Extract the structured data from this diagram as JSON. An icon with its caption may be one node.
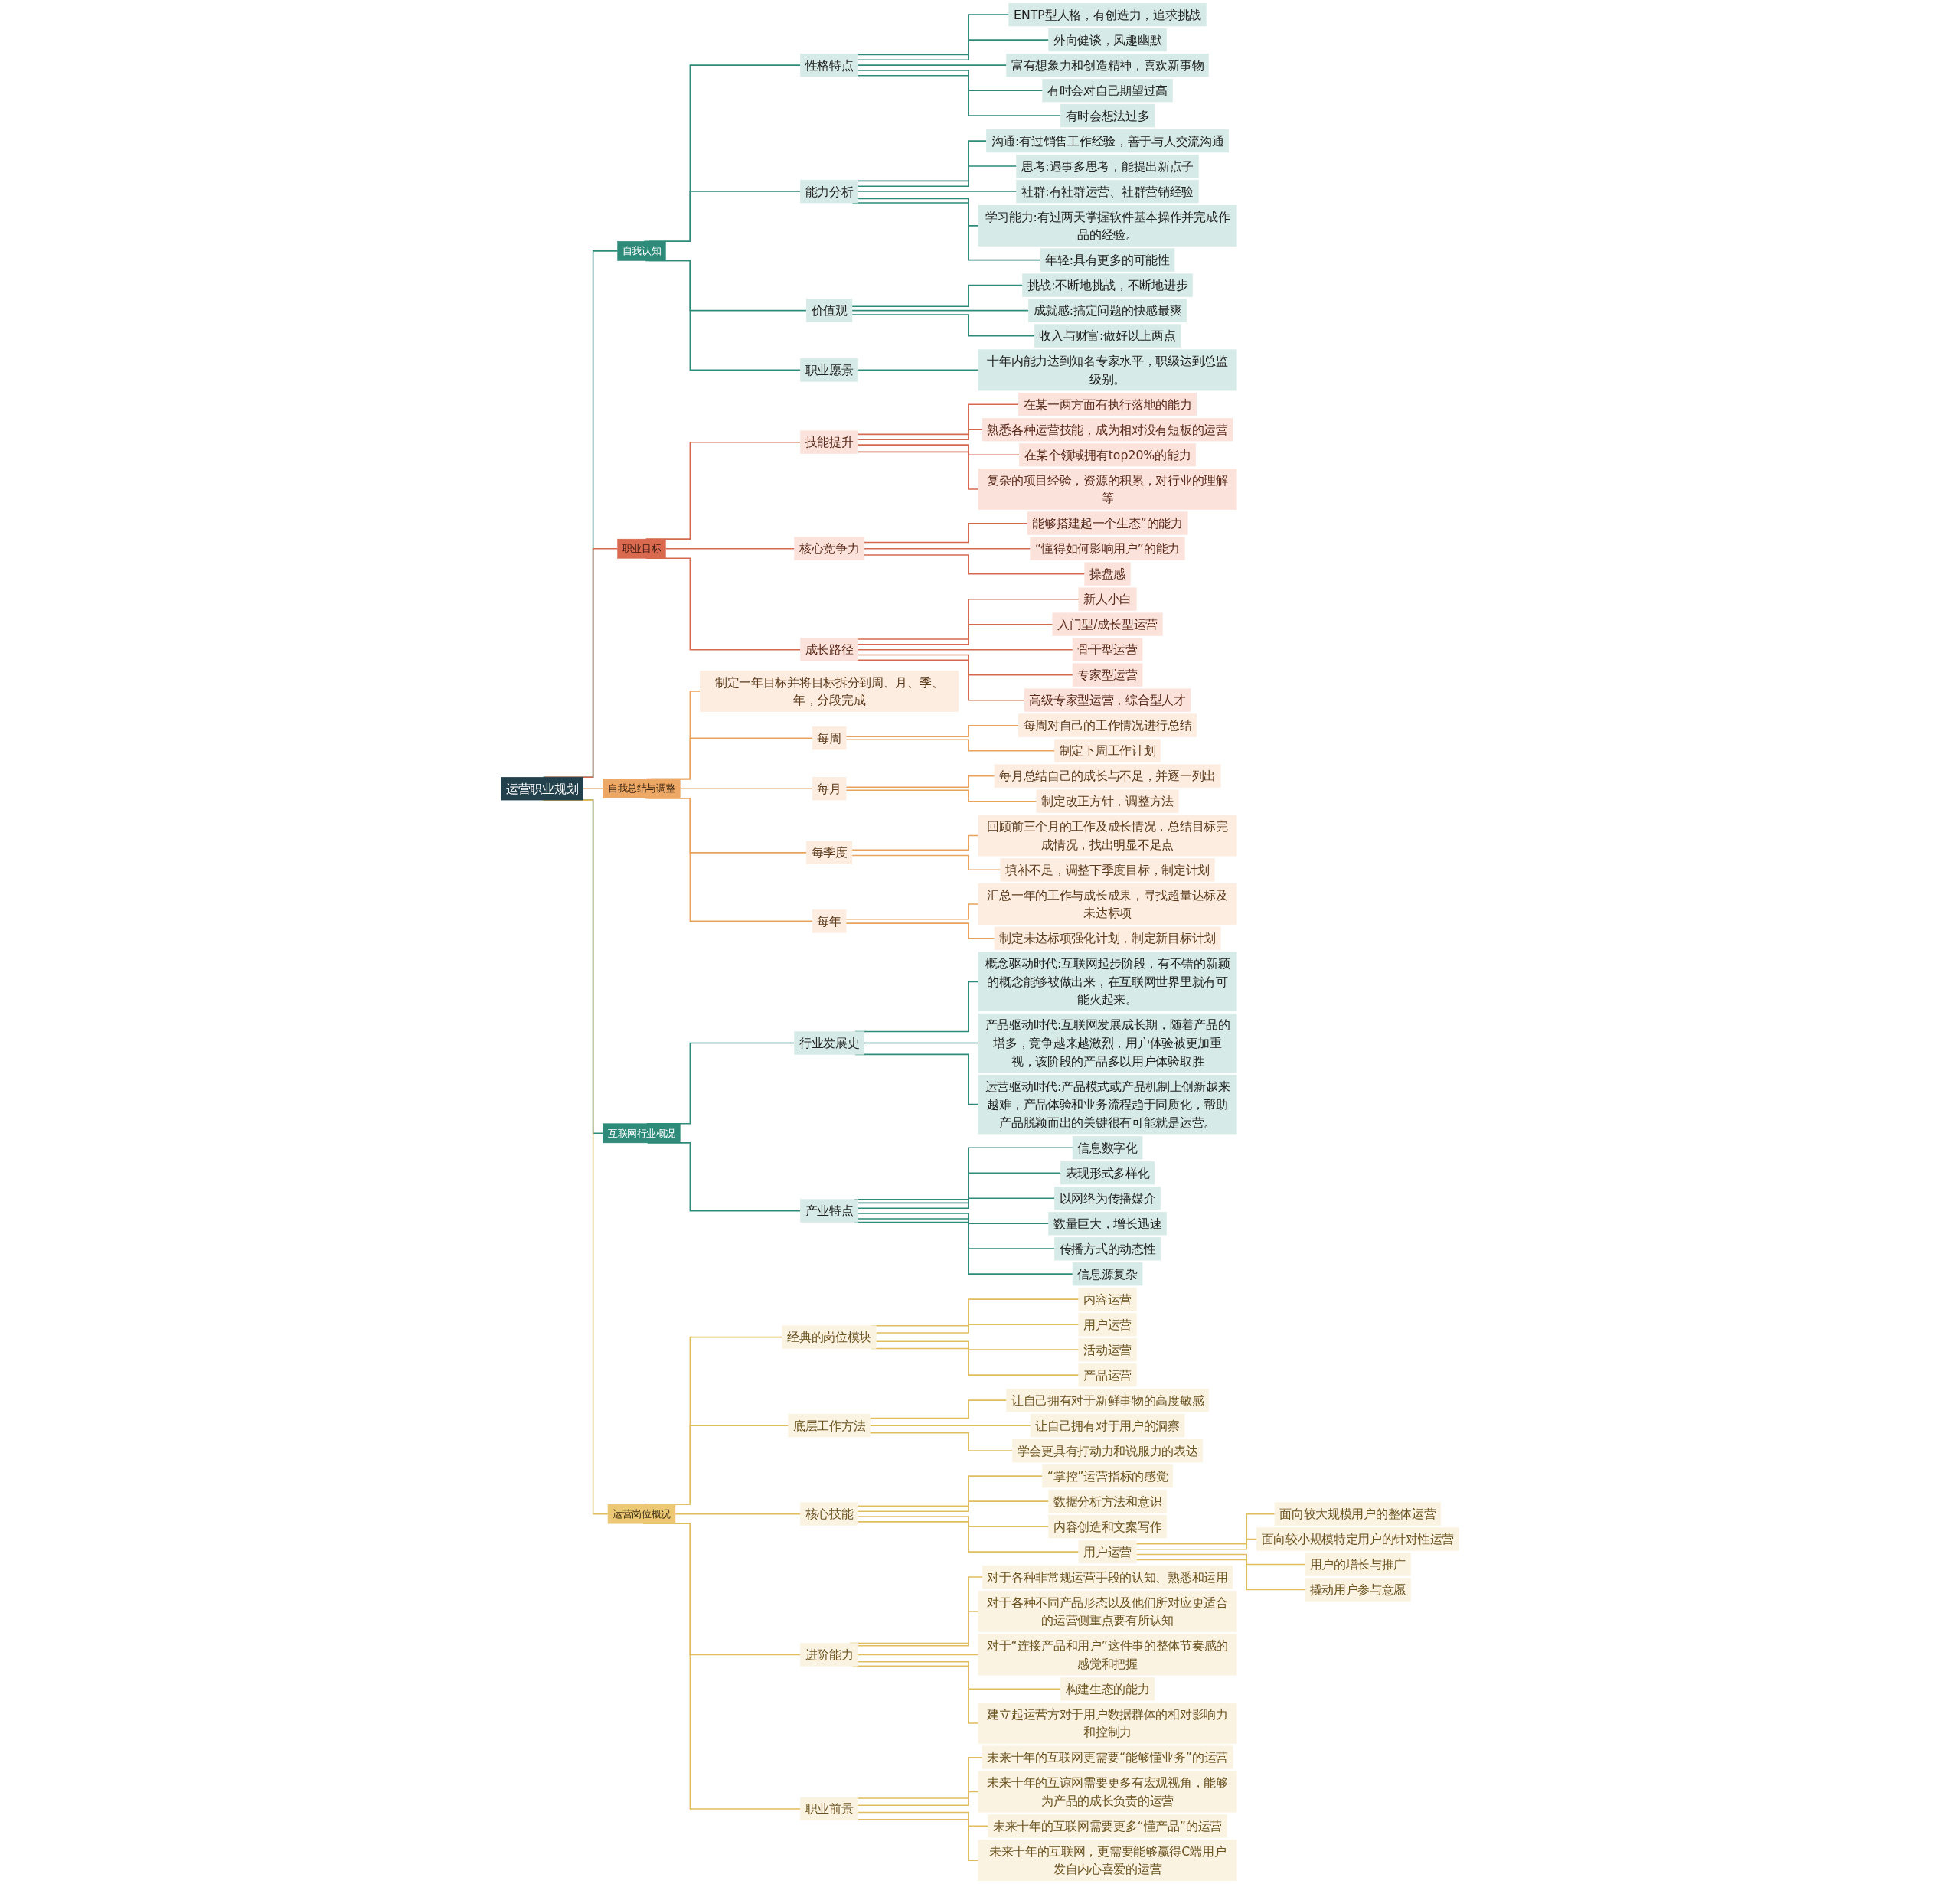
{
  "diagram": {
    "nodes": [
      {
        "text": [
          "运营职业规划"
        ]
      },
      {
        "text": [
          "自我认知"
        ]
      },
      {
        "text": [
          "性格特点"
        ]
      },
      {
        "text": [
          "ENTP型人格，有创造力，追求挑战"
        ]
      },
      {
        "text": [
          "外向健谈，风趣幽默"
        ]
      },
      {
        "text": [
          "富有想象力和创造精神，喜欢新事物"
        ]
      },
      {
        "text": [
          "有时会对自己期望过高"
        ]
      },
      {
        "text": [
          "有时会想法过多"
        ]
      },
      {
        "text": [
          "能力分析"
        ]
      },
      {
        "text": [
          "沟通:有过销售工作经验，善于与人交流沟通"
        ]
      },
      {
        "text": [
          "思考:遇事多思考，能提出新点子"
        ]
      },
      {
        "text": [
          "社群:有社群运营、社群营销经验"
        ]
      },
      {
        "text": [
          "学习能力:有过两天掌握软件基本操作并完成作品的经验。"
        ]
      },
      {
        "text": [
          "年轻:具有更多的可能性"
        ]
      },
      {
        "text": [
          "价值观"
        ]
      },
      {
        "text": [
          "挑战:不断地挑战，不断地进步"
        ]
      },
      {
        "text": [
          "成就感:搞定问题的快感最爽"
        ]
      },
      {
        "text": [
          "收入与财富:做好以上两点"
        ]
      },
      {
        "text": [
          "职业愿景"
        ]
      },
      {
        "text": [
          "十年内能力达到知名专家水平，职级达到总监级别。"
        ]
      },
      {
        "text": [
          "职业目标"
        ]
      },
      {
        "text": [
          "技能提升"
        ]
      },
      {
        "text": [
          "在某一两方面有执行落地的能力"
        ]
      },
      {
        "text": [
          "熟悉各种运营技能，成为相对没有短板的运营"
        ]
      },
      {
        "text": [
          "在某个领域拥有top20%的能力"
        ]
      },
      {
        "text": [
          "复杂的项目经验，资源的积累，对行业的理解等"
        ]
      },
      {
        "text": [
          "核心竞争力"
        ]
      },
      {
        "text": [
          "能够搭建起一个生态”的能力"
        ]
      },
      {
        "text": [
          "“懂得如何影响用户”的能力"
        ]
      },
      {
        "text": [
          "操盘感"
        ]
      },
      {
        "text": [
          "成长路径"
        ]
      },
      {
        "text": [
          "新人小白"
        ]
      },
      {
        "text": [
          "入门型/成长型运营"
        ]
      },
      {
        "text": [
          "骨干型运营"
        ]
      },
      {
        "text": [
          "专家型运营"
        ]
      },
      {
        "text": [
          "高级专家型运营，综合型人才"
        ]
      },
      {
        "text": [
          "自我总结与调整"
        ]
      },
      {
        "text": [
          "制定一年目标并将目标拆分到周、月、季、年，分段完成"
        ]
      },
      {
        "text": [
          "每周"
        ]
      },
      {
        "text": [
          "每周对自己的工作情况进行总结"
        ]
      },
      {
        "text": [
          "制定下周工作计划"
        ]
      },
      {
        "text": [
          "每月"
        ]
      },
      {
        "text": [
          "每月总结自己的成长与不足，并逐一列出"
        ]
      },
      {
        "text": [
          "制定改正方针，调整方法"
        ]
      },
      {
        "text": [
          "每季度"
        ]
      },
      {
        "text": [
          "回顾前三个月的工作及成长情况，总结目标完成情况，找出明显不足点"
        ]
      },
      {
        "text": [
          "填补不足，调整下季度目标，制定计划"
        ]
      },
      {
        "text": [
          "每年"
        ]
      },
      {
        "text": [
          "汇总一年的工作与成长成果，寻找超量达标及未达标项"
        ]
      },
      {
        "text": [
          "制定未达标项强化计划，制定新目标计划"
        ]
      },
      {
        "text": [
          "互联网行业概况"
        ]
      },
      {
        "text": [
          "行业发展史"
        ]
      },
      {
        "text": [
          "概念驱动时代:互联网起步阶段，有不错的新颖的概念能够被做出来，在互联网世界里就有可能火起来。"
        ]
      },
      {
        "text": [
          "产品驱动时代:互联网发展成长期，随着产品的增多，竞争越来越激烈，用户体验被更加重视，该阶段的产品多以用户体验取胜"
        ]
      },
      {
        "text": [
          "运营驱动时代:产品模式或产品机制上创新越来越难，产品体验和业务流程趋于同质化，帮助产品脱颖而出的关键很有可能就是运营。"
        ]
      },
      {
        "text": [
          "产业特点"
        ]
      },
      {
        "text": [
          "信息数字化"
        ]
      },
      {
        "text": [
          "表现形式多样化"
        ]
      },
      {
        "text": [
          "以网络为传播媒介"
        ]
      },
      {
        "text": [
          "数量巨大，增长迅速"
        ]
      },
      {
        "text": [
          "传播方式的动态性"
        ]
      },
      {
        "text": [
          "信息源复杂"
        ]
      },
      {
        "text": [
          "运营岗位概况"
        ]
      },
      {
        "text": [
          "经典的岗位模块"
        ]
      },
      {
        "text": [
          "内容运营"
        ]
      },
      {
        "text": [
          "用户运营"
        ]
      },
      {
        "text": [
          "活动运营"
        ]
      },
      {
        "text": [
          "产品运营"
        ]
      },
      {
        "text": [
          "底层工作方法"
        ]
      },
      {
        "text": [
          "让自己拥有对于新鲜事物的高度敏感"
        ]
      },
      {
        "text": [
          "让自己拥有对于用户的洞察"
        ]
      },
      {
        "text": [
          "学会更具有打动力和说服力的表达"
        ]
      },
      {
        "text": [
          "核心技能"
        ]
      },
      {
        "text": [
          "“掌控”运营指标的感觉"
        ]
      },
      {
        "text": [
          "数据分析方法和意识"
        ]
      },
      {
        "text": [
          "内容创造和文案写作"
        ]
      },
      {
        "text": [
          "用户运营"
        ]
      },
      {
        "text": [
          "面向较大规模用户的整体运营"
        ]
      },
      {
        "text": [
          "面向较小规模特定用户的针对性运营"
        ]
      },
      {
        "text": [
          "用户的增长与推广"
        ]
      },
      {
        "text": [
          "撬动用户参与意愿"
        ]
      },
      {
        "text": [
          "进阶能力"
        ]
      },
      {
        "text": [
          "对于各种非常规运营手段的认知、熟悉和运用"
        ]
      },
      {
        "text": [
          "对于各种不同产品形态以及他们所对应更适合的运营侧重点要有所认知"
        ]
      },
      {
        "text": [
          "对于“连接产品和用户”这件事的整体节奏感的感觉和把握"
        ]
      },
      {
        "text": [
          "构建生态的能力"
        ]
      },
      {
        "text": [
          "建立起运营方对于用户数据群体的相对影响力和控制力"
        ]
      },
      {
        "text": [
          "职业前景"
        ]
      },
      {
        "text": [
          "未来十年的互联网更需要“能够懂业务”的运营"
        ]
      },
      {
        "text": [
          "未来十年的互谅网需要更多有宏观视角，能够为产品的成长负责的运营"
        ]
      },
      {
        "text": [
          "未来十年的互联网需要更多“懂产品”的运营"
        ]
      },
      {
        "text": [
          "未来十年的互联网，更需要能够赢得C端用户发自内心喜爱的运营"
        ]
      }
    ],
    "edges": [
      {
        "from": 0,
        "to": 1,
        "arrow": "none"
      },
      {
        "from": 1,
        "to": 2,
        "arrow": "none"
      },
      {
        "from": 2,
        "to": 3,
        "arrow": "none"
      },
      {
        "from": 2,
        "to": 4,
        "arrow": "none"
      },
      {
        "from": 2,
        "to": 5,
        "arrow": "none"
      },
      {
        "from": 2,
        "to": 6,
        "arrow": "none"
      },
      {
        "from": 2,
        "to": 7,
        "arrow": "none"
      },
      {
        "from": 1,
        "to": 8,
        "arrow": "none"
      },
      {
        "from": 8,
        "to": 9,
        "arrow": "none"
      },
      {
        "from": 8,
        "to": 10,
        "arrow": "none"
      },
      {
        "from": 8,
        "to": 11,
        "arrow": "none"
      },
      {
        "from": 8,
        "to": 12,
        "arrow": "none"
      },
      {
        "from": 8,
        "to": 13,
        "arrow": "none"
      },
      {
        "from": 1,
        "to": 14,
        "arrow": "none"
      },
      {
        "from": 14,
        "to": 15,
        "arrow": "none"
      },
      {
        "from": 14,
        "to": 16,
        "arrow": "none"
      },
      {
        "from": 14,
        "to": 17,
        "arrow": "none"
      },
      {
        "from": 1,
        "to": 18,
        "arrow": "none"
      },
      {
        "from": 18,
        "to": 19,
        "arrow": "none"
      },
      {
        "from": 0,
        "to": 20,
        "arrow": "none",
        "color": "#d4694f"
      },
      {
        "from": 20,
        "to": 21,
        "arrow": "none",
        "color": "#d4694f"
      },
      {
        "from": 21,
        "to": 22,
        "arrow": "none",
        "color": "#d4694f"
      },
      {
        "from": 21,
        "to": 23,
        "arrow": "none",
        "color": "#d4694f"
      },
      {
        "from": 21,
        "to": 24,
        "arrow": "none",
        "color": "#d4694f"
      },
      {
        "from": 21,
        "to": 25,
        "arrow": "none",
        "color": "#d4694f"
      },
      {
        "from": 20,
        "to": 26,
        "arrow": "none",
        "color": "#d4694f"
      },
      {
        "from": 26,
        "to": 27,
        "arrow": "none",
        "color": "#d4694f"
      },
      {
        "from": 26,
        "to": 28,
        "arrow": "none",
        "color": "#d4694f"
      },
      {
        "from": 26,
        "to": 29,
        "arrow": "none",
        "color": "#d4694f"
      },
      {
        "from": 20,
        "to": 30,
        "arrow": "none",
        "color": "#d4694f"
      },
      {
        "from": 30,
        "to": 31,
        "arrow": "none",
        "color": "#d4694f"
      },
      {
        "from": 30,
        "to": 32,
        "arrow": "none",
        "color": "#d4694f"
      },
      {
        "from": 30,
        "to": 33,
        "arrow": "none",
        "color": "#d4694f"
      },
      {
        "from": 30,
        "to": 34,
        "arrow": "none",
        "color": "#d4694f"
      },
      {
        "from": 30,
        "to": 35,
        "arrow": "none",
        "color": "#d4694f"
      },
      {
        "from": 0,
        "to": 36,
        "arrow": "none",
        "color": "#e8a35e"
      },
      {
        "from": 36,
        "to": 37,
        "arrow": "none",
        "color": "#e8a35e"
      },
      {
        "from": 36,
        "to": 38,
        "arrow": "none",
        "color": "#e8a35e"
      },
      {
        "from": 38,
        "to": 39,
        "arrow": "none",
        "color": "#e8a35e"
      },
      {
        "from": 38,
        "to": 40,
        "arrow": "none",
        "color": "#e8a35e"
      },
      {
        "from": 36,
        "to": 41,
        "arrow": "none",
        "color": "#e8a35e"
      },
      {
        "from": 41,
        "to": 42,
        "arrow": "none",
        "color": "#e8a35e"
      },
      {
        "from": 41,
        "to": 43,
        "arrow": "none",
        "color": "#e8a35e"
      },
      {
        "from": 36,
        "to": 44,
        "arrow": "none",
        "color": "#e8a35e"
      },
      {
        "from": 44,
        "to": 45,
        "arrow": "none",
        "color": "#e8a35e"
      },
      {
        "from": 44,
        "to": 46,
        "arrow": "none",
        "color": "#e8a35e"
      },
      {
        "from": 36,
        "to": 47,
        "arrow": "none",
        "color": "#e8a35e"
      },
      {
        "from": 47,
        "to": 48,
        "arrow": "none",
        "color": "#e8a35e"
      },
      {
        "from": 47,
        "to": 49,
        "arrow": "none",
        "color": "#e8a35e"
      },
      {
        "from": 0,
        "to": 50,
        "arrow": "none"
      },
      {
        "from": 50,
        "to": 51,
        "arrow": "none"
      },
      {
        "from": 51,
        "to": 52,
        "arrow": "none"
      },
      {
        "from": 51,
        "to": 53,
        "arrow": "none"
      },
      {
        "from": 51,
        "to": 54,
        "arrow": "none"
      },
      {
        "from": 50,
        "to": 55,
        "arrow": "none"
      },
      {
        "from": 55,
        "to": 56,
        "arrow": "none"
      },
      {
        "from": 55,
        "to": 57,
        "arrow": "none"
      },
      {
        "from": 55,
        "to": 58,
        "arrow": "none"
      },
      {
        "from": 55,
        "to": 59,
        "arrow": "none"
      },
      {
        "from": 55,
        "to": 60,
        "arrow": "none"
      },
      {
        "from": 55,
        "to": 61,
        "arrow": "none"
      },
      {
        "from": 0,
        "to": 62,
        "arrow": "none",
        "color": "#e0bd5e"
      },
      {
        "from": 62,
        "to": 63,
        "arrow": "none",
        "color": "#e0bd5e"
      },
      {
        "from": 63,
        "to": 64,
        "arrow": "none",
        "color": "#e0bd5e"
      },
      {
        "from": 63,
        "to": 65,
        "arrow": "none",
        "color": "#e0bd5e"
      },
      {
        "from": 63,
        "to": 66,
        "arrow": "none",
        "color": "#e0bd5e"
      },
      {
        "from": 63,
        "to": 67,
        "arrow": "none",
        "color": "#e0bd5e"
      },
      {
        "from": 62,
        "to": 68,
        "arrow": "none",
        "color": "#e0bd5e"
      },
      {
        "from": 68,
        "to": 69,
        "arrow": "none",
        "color": "#e0bd5e"
      },
      {
        "from": 68,
        "to": 70,
        "arrow": "none",
        "color": "#e0bd5e"
      },
      {
        "from": 68,
        "to": 71,
        "arrow": "none",
        "color": "#e0bd5e"
      },
      {
        "from": 62,
        "to": 72,
        "arrow": "none",
        "color": "#e0bd5e"
      },
      {
        "from": 72,
        "to": 73,
        "arrow": "none",
        "color": "#e0bd5e"
      },
      {
        "from": 72,
        "to": 74,
        "arrow": "none",
        "color": "#e0bd5e"
      },
      {
        "from": 72,
        "to": 75,
        "arrow": "none",
        "color": "#e0bd5e"
      },
      {
        "from": 72,
        "to": 76,
        "arrow": "none",
        "color": "#e0bd5e"
      },
      {
        "from": 76,
        "to": 77,
        "arrow": "none",
        "color": "#e0bd5e"
      },
      {
        "from": 76,
        "to": 78,
        "arrow": "none",
        "color": "#e0bd5e"
      },
      {
        "from": 76,
        "to": 79,
        "arrow": "none",
        "color": "#e0bd5e"
      },
      {
        "from": 76,
        "to": 80,
        "arrow": "none",
        "color": "#e0bd5e"
      },
      {
        "from": 62,
        "to": 81,
        "arrow": "none",
        "color": "#e0bd5e"
      },
      {
        "from": 81,
        "to": 82,
        "arrow": "none",
        "color": "#e0bd5e"
      },
      {
        "from": 81,
        "to": 83,
        "arrow": "none",
        "color": "#e0bd5e"
      },
      {
        "from": 81,
        "to": 84,
        "arrow": "none",
        "color": "#e0bd5e"
      },
      {
        "from": 81,
        "to": 85,
        "arrow": "none",
        "color": "#e0bd5e"
      },
      {
        "from": 81,
        "to": 86,
        "arrow": "none",
        "color": "#e0bd5e"
      },
      {
        "from": 62,
        "to": 87,
        "arrow": "none",
        "color": "#e0bd5e"
      },
      {
        "from": 87,
        "to": 88,
        "arrow": "none",
        "color": "#e0bd5e"
      },
      {
        "from": 87,
        "to": 89,
        "arrow": "none",
        "color": "#e0bd5e"
      },
      {
        "from": 87,
        "to": 90,
        "arrow": "none",
        "color": "#e0bd5e"
      },
      {
        "from": 87,
        "to": 91,
        "arrow": "none",
        "color": "#e0bd5e"
      }
    ]
  }
}
